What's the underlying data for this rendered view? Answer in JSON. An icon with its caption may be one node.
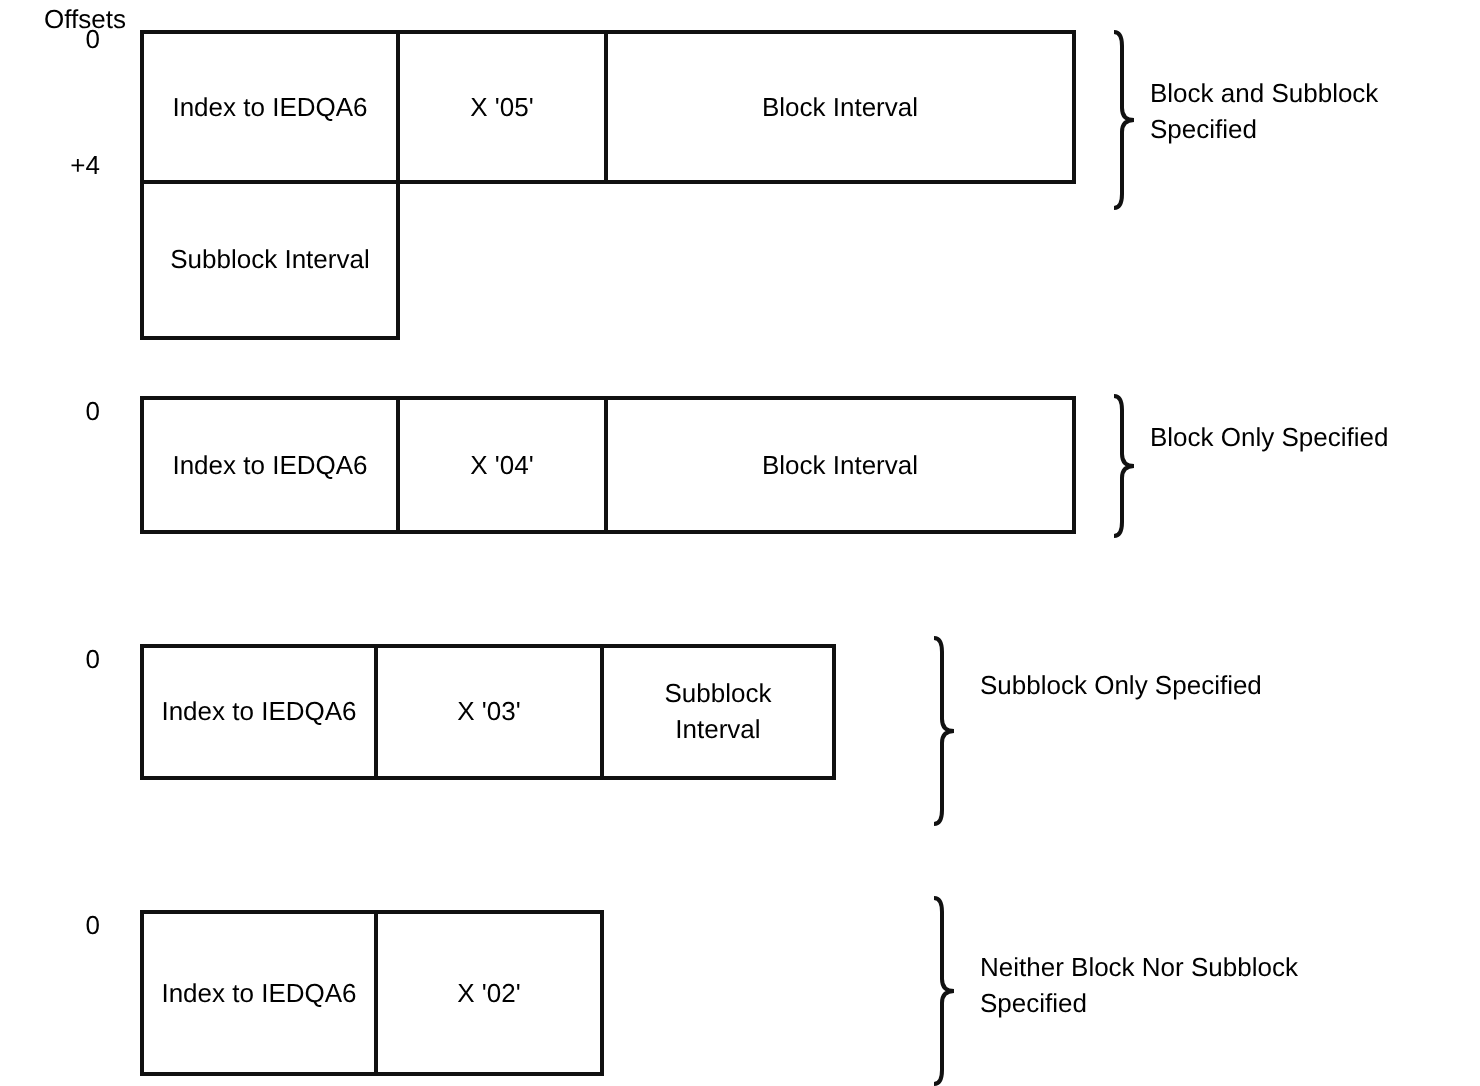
{
  "diagram": {
    "nodes": [
      {
        "text": [
          "Index to IEDQA6"
        ]
      },
      {
        "text": [
          "X '05'"
        ]
      },
      {
        "text": [
          "Block Interval"
        ]
      },
      {
        "text": [
          "Subblock Interval"
        ]
      },
      {
        "text": [
          "Index to IEDQA6"
        ]
      },
      {
        "text": [
          "X '04'"
        ]
      },
      {
        "text": [
          "Block Interval"
        ]
      },
      {
        "text": [
          "Index to IEDQA6"
        ]
      },
      {
        "text": [
          "X '03'"
        ]
      },
      {
        "text": [
          "Subblock Interval"
        ]
      },
      {
        "text": [
          "Index to IEDQA6"
        ]
      },
      {
        "text": [
          "X '02'"
        ]
      }
    ],
    "labels": [
      "Offsets",
      "0",
      "Block and Subblock Specified",
      "+4",
      "0",
      "Block Only Specified",
      "0",
      "Subblock Only Specified",
      "0",
      "Neither Block Nor Subblock Specified"
    ]
  }
}
